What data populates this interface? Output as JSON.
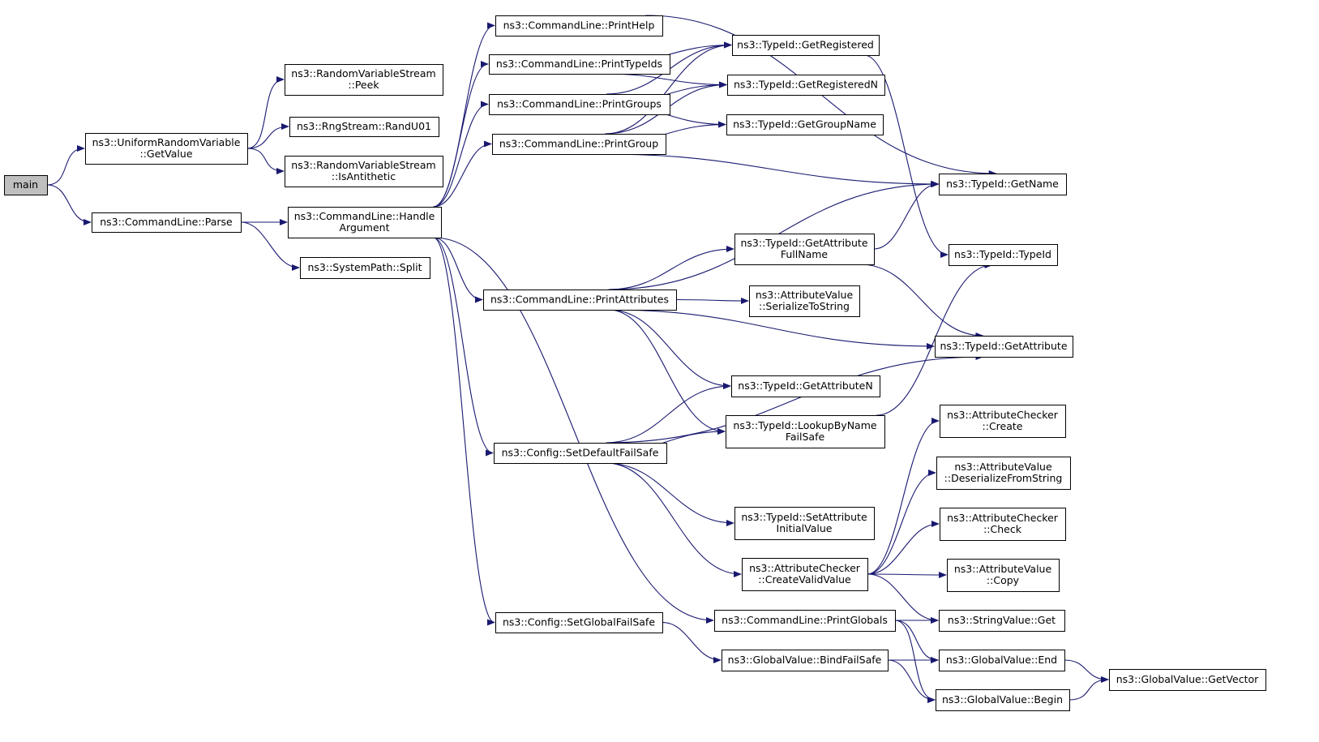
{
  "nodes": [
    {
      "id": "main",
      "lines": [
        "main"
      ],
      "root": true
    },
    {
      "id": "urv_getvalue",
      "lines": [
        "ns3::UniformRandomVariable",
        "::GetValue"
      ]
    },
    {
      "id": "cl_parse",
      "lines": [
        "ns3::CommandLine::Parse"
      ]
    },
    {
      "id": "rvs_peek",
      "lines": [
        "ns3::RandomVariableStream",
        "::Peek"
      ]
    },
    {
      "id": "rng_randu01",
      "lines": [
        "ns3::RngStream::RandU01"
      ]
    },
    {
      "id": "rvs_isantithetic",
      "lines": [
        "ns3::RandomVariableStream",
        "::IsAntithetic"
      ]
    },
    {
      "id": "cl_handlearg",
      "lines": [
        "ns3::CommandLine::Handle",
        "Argument"
      ]
    },
    {
      "id": "sp_split",
      "lines": [
        "ns3::SystemPath::Split"
      ]
    },
    {
      "id": "cl_printhelp",
      "lines": [
        "ns3::CommandLine::PrintHelp"
      ]
    },
    {
      "id": "cl_printtypeids",
      "lines": [
        "ns3::CommandLine::PrintTypeIds"
      ]
    },
    {
      "id": "cl_printgroups",
      "lines": [
        "ns3::CommandLine::PrintGroups"
      ]
    },
    {
      "id": "cl_printgroup",
      "lines": [
        "ns3::CommandLine::PrintGroup"
      ]
    },
    {
      "id": "cl_printattributes",
      "lines": [
        "ns3::CommandLine::PrintAttributes"
      ]
    },
    {
      "id": "cfg_setdefault",
      "lines": [
        "ns3::Config::SetDefaultFailSafe"
      ]
    },
    {
      "id": "cfg_setglobal",
      "lines": [
        "ns3::Config::SetGlobalFailSafe"
      ]
    },
    {
      "id": "tid_getregistered",
      "lines": [
        "ns3::TypeId::GetRegistered"
      ]
    },
    {
      "id": "tid_getregisteredn",
      "lines": [
        "ns3::TypeId::GetRegisteredN"
      ]
    },
    {
      "id": "tid_getgroupname",
      "lines": [
        "ns3::TypeId::GetGroupName"
      ]
    },
    {
      "id": "tid_getattrfullname",
      "lines": [
        "ns3::TypeId::GetAttribute",
        "FullName"
      ]
    },
    {
      "id": "av_serializetostring",
      "lines": [
        "ns3::AttributeValue",
        "::SerializeToString"
      ]
    },
    {
      "id": "tid_getattributen",
      "lines": [
        "ns3::TypeId::GetAttributeN"
      ]
    },
    {
      "id": "tid_lookupbyname",
      "lines": [
        "ns3::TypeId::LookupByName",
        "FailSafe"
      ]
    },
    {
      "id": "tid_setattrinitial",
      "lines": [
        "ns3::TypeId::SetAttribute",
        "InitialValue"
      ]
    },
    {
      "id": "ac_createvalidvalue",
      "lines": [
        "ns3::AttributeChecker",
        "::CreateValidValue"
      ]
    },
    {
      "id": "cl_printglobals",
      "lines": [
        "ns3::CommandLine::PrintGlobals"
      ]
    },
    {
      "id": "gv_bindfailsafe",
      "lines": [
        "ns3::GlobalValue::BindFailSafe"
      ]
    },
    {
      "id": "tid_getname",
      "lines": [
        "ns3::TypeId::GetName"
      ]
    },
    {
      "id": "tid_typeid",
      "lines": [
        "ns3::TypeId::TypeId"
      ]
    },
    {
      "id": "tid_getattribute",
      "lines": [
        "ns3::TypeId::GetAttribute"
      ]
    },
    {
      "id": "ac_create",
      "lines": [
        "ns3::AttributeChecker",
        "::Create"
      ]
    },
    {
      "id": "av_deserialize",
      "lines": [
        "ns3::AttributeValue",
        "::DeserializeFromString"
      ]
    },
    {
      "id": "ac_check",
      "lines": [
        "ns3::AttributeChecker",
        "::Check"
      ]
    },
    {
      "id": "av_copy",
      "lines": [
        "ns3::AttributeValue",
        "::Copy"
      ]
    },
    {
      "id": "sv_get",
      "lines": [
        "ns3::StringValue::Get"
      ]
    },
    {
      "id": "gv_end",
      "lines": [
        "ns3::GlobalValue::End"
      ]
    },
    {
      "id": "gv_begin",
      "lines": [
        "ns3::GlobalValue::Begin"
      ]
    },
    {
      "id": "gv_getvector",
      "lines": [
        "ns3::GlobalValue::GetVector"
      ]
    }
  ],
  "edges": [
    [
      "main",
      "urv_getvalue"
    ],
    [
      "main",
      "cl_parse"
    ],
    [
      "urv_getvalue",
      "rvs_peek"
    ],
    [
      "urv_getvalue",
      "rng_randu01"
    ],
    [
      "urv_getvalue",
      "rvs_isantithetic"
    ],
    [
      "cl_parse",
      "cl_handlearg"
    ],
    [
      "cl_parse",
      "sp_split"
    ],
    [
      "cl_handlearg",
      "cl_printhelp"
    ],
    [
      "cl_handlearg",
      "cl_printtypeids"
    ],
    [
      "cl_handlearg",
      "cl_printgroups"
    ],
    [
      "cl_handlearg",
      "cl_printgroup"
    ],
    [
      "cl_handlearg",
      "cl_printattributes"
    ],
    [
      "cl_handlearg",
      "cfg_setdefault"
    ],
    [
      "cl_handlearg",
      "cfg_setglobal"
    ],
    [
      "cl_handlearg",
      "cl_printglobals"
    ],
    [
      "cl_printhelp",
      "tid_getname"
    ],
    [
      "cl_printtypeids",
      "tid_getregistered"
    ],
    [
      "cl_printtypeids",
      "tid_getregisteredn"
    ],
    [
      "cl_printgroups",
      "tid_getregistered"
    ],
    [
      "cl_printgroups",
      "tid_getregisteredn"
    ],
    [
      "cl_printgroups",
      "tid_getgroupname"
    ],
    [
      "cl_printgroup",
      "tid_getregistered"
    ],
    [
      "cl_printgroup",
      "tid_getregisteredn"
    ],
    [
      "cl_printgroup",
      "tid_getgroupname"
    ],
    [
      "cl_printgroup",
      "tid_getname"
    ],
    [
      "tid_getregistered",
      "tid_typeid"
    ],
    [
      "cl_printattributes",
      "tid_getname"
    ],
    [
      "cl_printattributes",
      "tid_getattrfullname"
    ],
    [
      "cl_printattributes",
      "av_serializetostring"
    ],
    [
      "cl_printattributes",
      "tid_getattribute"
    ],
    [
      "cl_printattributes",
      "tid_getattributen"
    ],
    [
      "cl_printattributes",
      "tid_lookupbyname"
    ],
    [
      "tid_getattrfullname",
      "tid_getname"
    ],
    [
      "tid_getattrfullname",
      "tid_getattribute"
    ],
    [
      "tid_lookupbyname",
      "tid_typeid"
    ],
    [
      "cfg_setdefault",
      "tid_getattributen"
    ],
    [
      "cfg_setdefault",
      "tid_lookupbyname"
    ],
    [
      "cfg_setdefault",
      "tid_getattribute"
    ],
    [
      "cfg_setdefault",
      "tid_setattrinitial"
    ],
    [
      "cfg_setdefault",
      "ac_createvalidvalue"
    ],
    [
      "ac_createvalidvalue",
      "ac_create"
    ],
    [
      "ac_createvalidvalue",
      "av_deserialize"
    ],
    [
      "ac_createvalidvalue",
      "ac_check"
    ],
    [
      "ac_createvalidvalue",
      "av_copy"
    ],
    [
      "ac_createvalidvalue",
      "sv_get"
    ],
    [
      "cfg_setglobal",
      "gv_bindfailsafe"
    ],
    [
      "cl_printglobals",
      "sv_get"
    ],
    [
      "cl_printglobals",
      "gv_end"
    ],
    [
      "cl_printglobals",
      "gv_begin"
    ],
    [
      "gv_bindfailsafe",
      "gv_end"
    ],
    [
      "gv_bindfailsafe",
      "gv_begin"
    ],
    [
      "gv_end",
      "gv_getvector"
    ],
    [
      "gv_begin",
      "gv_getvector"
    ]
  ]
}
